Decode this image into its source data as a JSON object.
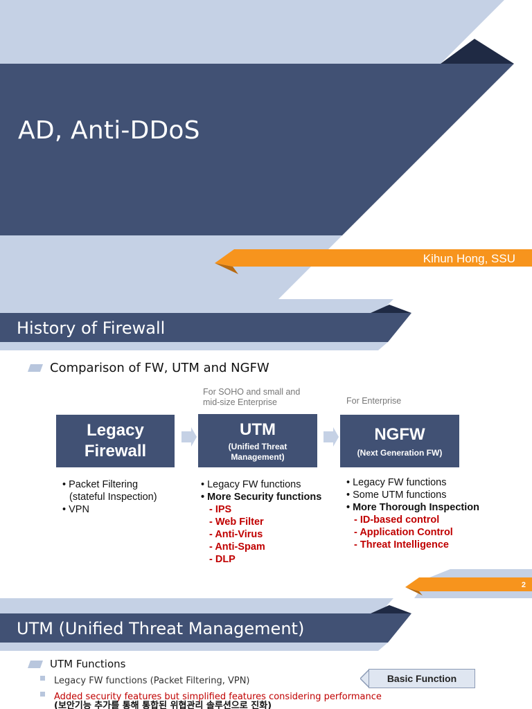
{
  "slide1": {
    "title": "AD, Anti-DDoS",
    "author": "Kihun Hong, SSU"
  },
  "slide2": {
    "title": "History of Firewall",
    "subtitle": "Comparison of FW, UTM and NGFW",
    "page_number": "2",
    "utm_note": [
      "For SOHO and small and",
      "mid-size Enterprise"
    ],
    "ngfw_note": "For Enterprise",
    "boxes": {
      "legacy": {
        "line1": "Legacy",
        "line2": "Firewall"
      },
      "utm": {
        "title": "UTM",
        "sub1": "(Unified Threat",
        "sub2": "Management)"
      },
      "ngfw": {
        "title": "NGFW",
        "sub": "(Next Generation FW)"
      }
    },
    "legacy_list": [
      "• Packet Filtering",
      "(stateful Inspection)",
      "• VPN"
    ],
    "utm_list": {
      "items": [
        "• Legacy FW functions",
        "• More Security functions"
      ],
      "features": [
        "- IPS",
        "- Web Filter",
        "- Anti-Virus",
        "- Anti-Spam",
        "- DLP"
      ]
    },
    "ngfw_list": {
      "items": [
        "• Legacy FW functions",
        "• Some UTM functions",
        "• More Thorough Inspection"
      ],
      "features": [
        "- ID-based control",
        "- Application Control",
        "- Threat Intelligence"
      ]
    }
  },
  "slide3": {
    "title": "UTM (Unified Threat Management)",
    "subtitle": "UTM Functions",
    "items": [
      "Legacy FW functions (Packet Filtering, VPN)",
      "Added security features but simplified features considering performance",
      "(보안기능 추가를 통해 통합된 위협관리 솔루션으로 진화)"
    ],
    "basic_label": "Basic Function"
  },
  "colors": {
    "navy": "#415174",
    "light_blue": "#c5d1e5",
    "dark_accent": "#1f2a44",
    "orange": "#f7941d",
    "red": "#c00000"
  }
}
